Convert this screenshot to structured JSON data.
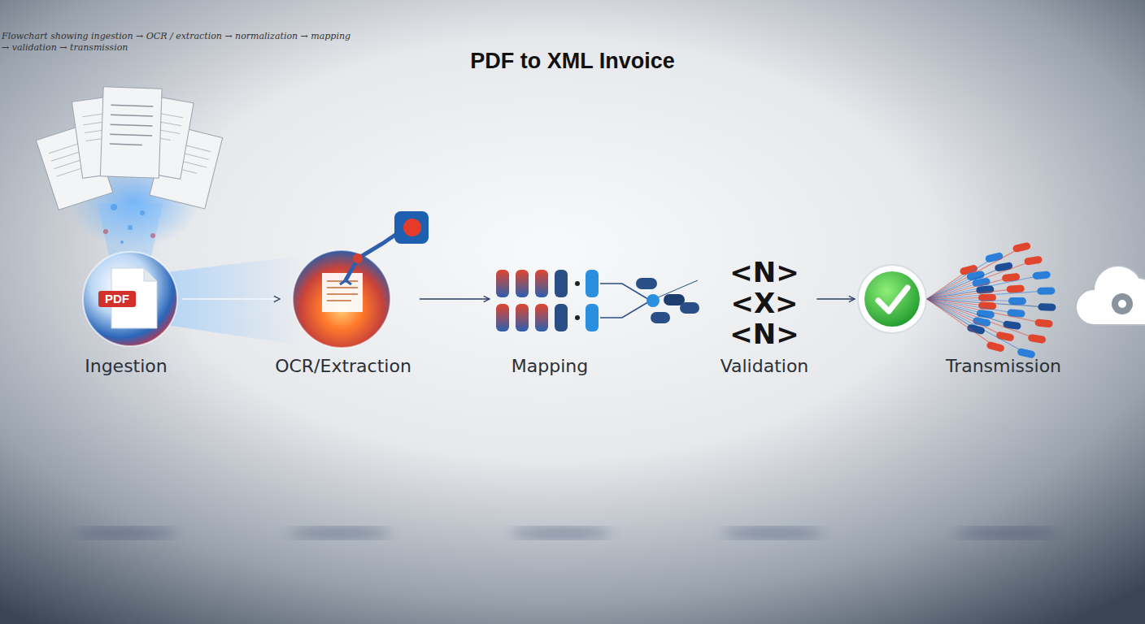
{
  "diagram": {
    "title": "PDF to XML Invoice",
    "nodes": [
      {
        "text": [
          "Ingestion"
        ]
      },
      {
        "text": [
          "OCR/Extraction"
        ]
      },
      {
        "text": [
          "Mapping"
        ]
      },
      {
        "text": [
          "Validation"
        ]
      },
      {
        "text": [
          "Transmission"
        ]
      }
    ],
    "edges": [
      {
        "from": 0,
        "to": 1,
        "arrow": "to"
      },
      {
        "from": 1,
        "to": 2,
        "arrow": "to"
      },
      {
        "from": 3,
        "to": 4,
        "arrow": "to"
      }
    ],
    "labels": [
      "Flowchart showing ingestion → OCR / extraction → normalization → mapping → validation → transmission",
      "PDF",
      "<N>",
      "<X>",
      "<N>"
    ]
  }
}
